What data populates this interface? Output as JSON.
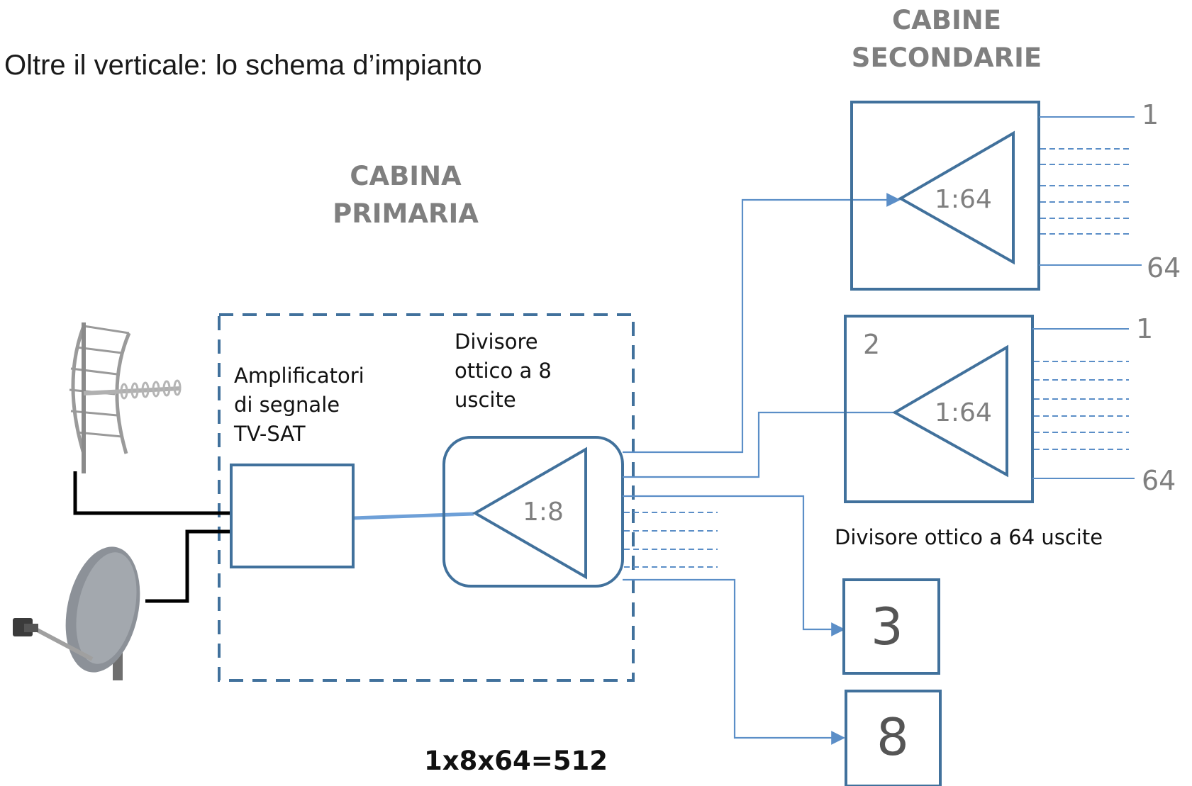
{
  "title": "Oltre il verticale: lo schema d’impianto",
  "secondary_cabins": {
    "line1": "CABINE",
    "line2": "SECONDARIE"
  },
  "primary_cabin": {
    "line1": "CABINA",
    "line2": "PRIMARIA"
  },
  "amplifier_label": {
    "line1": "Amplificatori",
    "line2": "di segnale",
    "line3": "TV-SAT"
  },
  "splitter8_label": {
    "line1": "Divisore",
    "line2": "ottico a 8",
    "line3": "uscite"
  },
  "splitter8_ratio": "1:8",
  "cabin1": {
    "ratio": "1:64",
    "out_first": "1",
    "out_last": "64"
  },
  "cabin2": {
    "number": "2",
    "ratio": "1:64",
    "out_first": "1",
    "out_last": "64"
  },
  "splitter64_label": "Divisore ottico a 64 uscite",
  "cabin3": {
    "number": "3"
  },
  "cabin8": {
    "number": "8"
  },
  "formula": "1x8x64=512",
  "colors": {
    "box_stroke": "#41719c",
    "line_blue": "#5b8ec7",
    "label_gray": "#7f7f7f",
    "cable_black": "#000000"
  },
  "icons": [
    "tv-antenna-icon",
    "satellite-dish-icon"
  ]
}
